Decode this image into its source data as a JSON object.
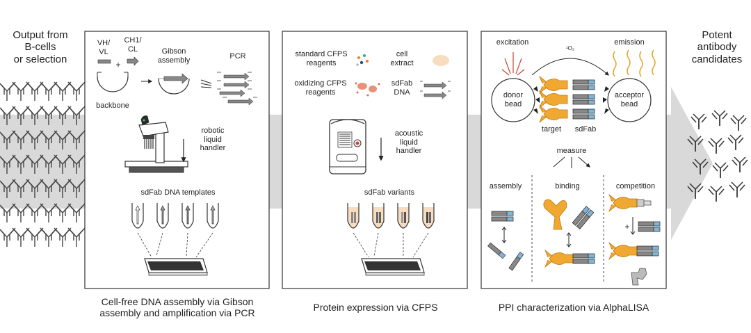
{
  "left": {
    "title_lines": [
      "Output from",
      "B-cells",
      "or selection"
    ]
  },
  "right": {
    "title_lines": [
      "Potent",
      "antibody",
      "candidates"
    ]
  },
  "panel1": {
    "vh_vl": [
      "VH/",
      "VL"
    ],
    "ch1_cl": [
      "CH1/",
      "CL"
    ],
    "plus": "+",
    "gibson": [
      "Gibson",
      "assembly"
    ],
    "pcr": "PCR",
    "backbone": "backbone",
    "robot": [
      "robotic",
      "liquid",
      "handler"
    ],
    "templates": "sdFab DNA templates",
    "caption": [
      "Cell-free DNA assembly via Gibson",
      "assembly and amplification via PCR"
    ]
  },
  "panel2": {
    "standard": [
      "standard CFPS",
      "reagents"
    ],
    "cell_extract": [
      "cell",
      "extract"
    ],
    "oxidizing": [
      "oxidizing CFPS",
      "reagents"
    ],
    "sdfab_dna": [
      "sdFab",
      "DNA"
    ],
    "acoustic": [
      "acoustic",
      "liquid",
      "handler"
    ],
    "variants": "sdFab variants",
    "caption": "Protein expression via CFPS"
  },
  "panel3": {
    "excitation": "excitation",
    "singlet_oxygen": "¹O₂",
    "emission": "emission",
    "donor": [
      "donor",
      "bead"
    ],
    "acceptor": [
      "acceptor",
      "bead"
    ],
    "target": "target",
    "sdfab": "sdFab",
    "measure": "measure",
    "assembly": "assembly",
    "binding": "binding",
    "competition": "competition",
    "plus": "+",
    "caption": "PPI characterization via AlphaLISA"
  },
  "colors": {
    "orange": "#F0A830",
    "blue": "#7FB6D8",
    "gray": "#8C8C8C",
    "band": "#D9D9D9",
    "peach": "#F8DCC0",
    "salmon": "#E8927C",
    "red": "#D04030"
  }
}
